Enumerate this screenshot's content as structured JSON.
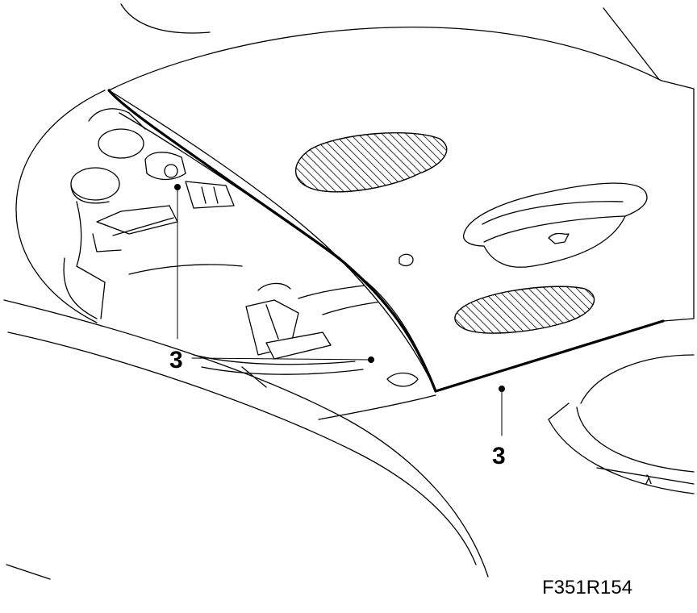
{
  "diagram": {
    "callouts": [
      {
        "label": "3"
      },
      {
        "label": "3"
      }
    ],
    "figure_code": "F351R154",
    "corner_mark": "λ"
  }
}
